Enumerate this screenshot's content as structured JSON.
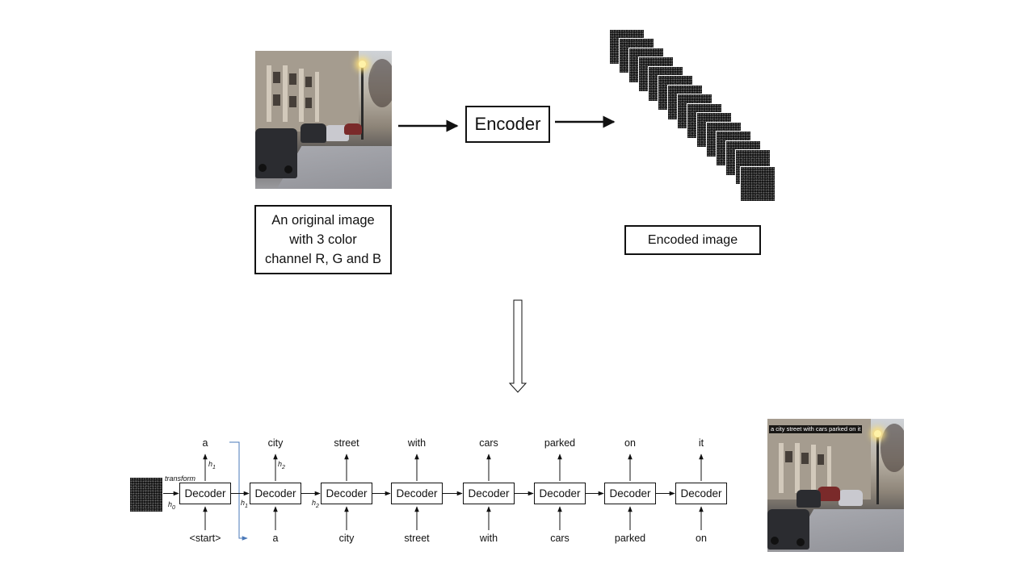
{
  "top": {
    "encoder_label": "Encoder",
    "original_caption": [
      "An original image",
      "with 3 color",
      "channel R, G and B"
    ],
    "encoded_caption": "Encoded image"
  },
  "decoder_chain": {
    "block_label": "Decoder",
    "outputs": [
      "a",
      "city",
      "street",
      "with",
      "cars",
      "parked",
      "on",
      "it"
    ],
    "inputs": [
      "<start>",
      "a",
      "city",
      "street",
      "with",
      "cars",
      "parked",
      "on"
    ],
    "transform_label": "transform",
    "hidden_labels": {
      "h0": "h",
      "h0_sub": "0",
      "h1_up": "h",
      "h1_up_sub": "1",
      "h2_up": "h",
      "h2_up_sub": "2",
      "h1_side": "h",
      "h1_side_sub": "1",
      "h2_side": "h",
      "h2_side_sub": "2"
    },
    "caption_overlay": "a city street with cars parked on it"
  },
  "colors": {
    "line": "#111111",
    "feedback_arrow": "#4a78b8"
  }
}
